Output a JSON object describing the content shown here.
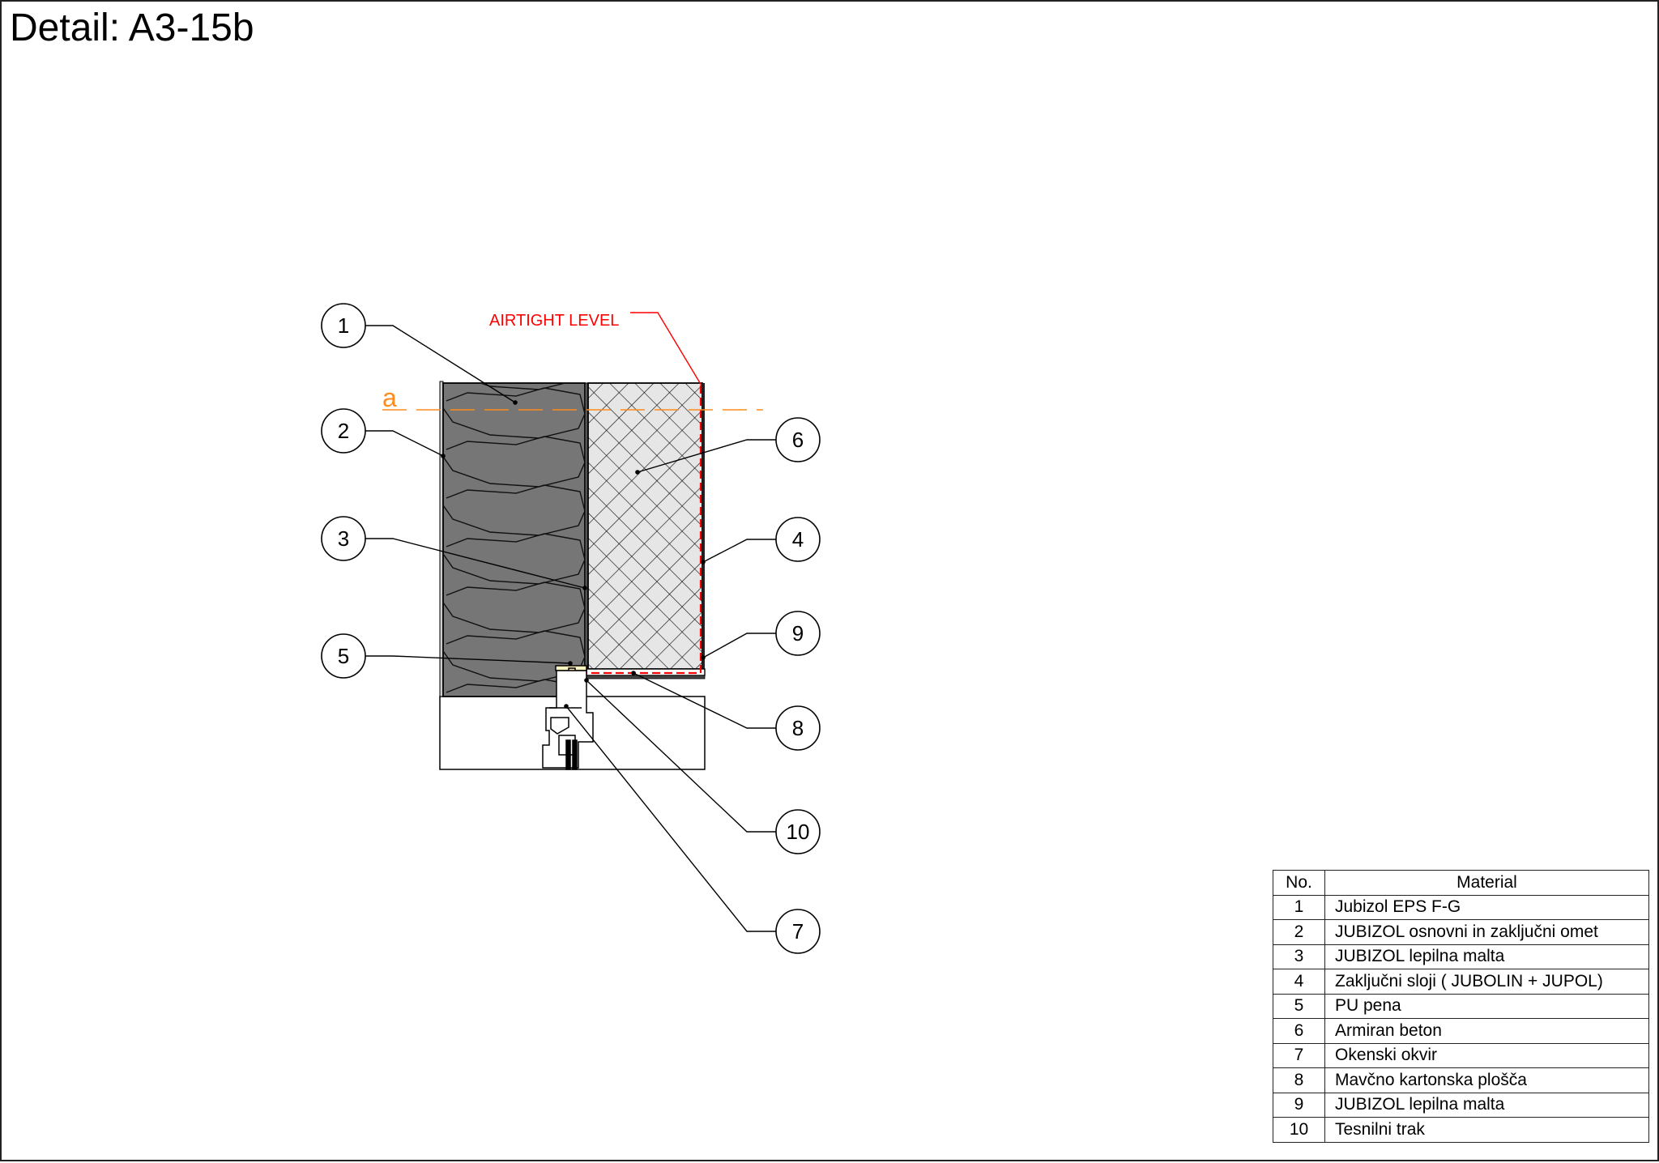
{
  "title": "Detail: A3-15b",
  "airtight_label": "AIRTIGHT LEVEL",
  "section_marker": "a",
  "colors": {
    "insulation": "#767676",
    "concrete_fill": "#e6e6e6",
    "airtight": "#ff0000",
    "section_line": "#ff8c1a",
    "line": "#000000"
  },
  "callouts": [
    {
      "id": "1",
      "label": "1"
    },
    {
      "id": "2",
      "label": "2"
    },
    {
      "id": "3",
      "label": "3"
    },
    {
      "id": "4",
      "label": "4"
    },
    {
      "id": "5",
      "label": "5"
    },
    {
      "id": "6",
      "label": "6"
    },
    {
      "id": "7",
      "label": "7"
    },
    {
      "id": "8",
      "label": "8"
    },
    {
      "id": "9",
      "label": "9"
    },
    {
      "id": "10",
      "label": "10"
    }
  ],
  "legend": {
    "header_no": "No.",
    "header_material": "Material",
    "rows": [
      {
        "no": "1",
        "material": "Jubizol EPS F-G"
      },
      {
        "no": "2",
        "material": "JUBIZOL osnovni in zaključni omet"
      },
      {
        "no": "3",
        "material": "JUBIZOL lepilna malta"
      },
      {
        "no": "4",
        "material": "Zaključni sloji   ( JUBOLIN + JUPOL)"
      },
      {
        "no": "5",
        "material": "PU pena"
      },
      {
        "no": "6",
        "material": "Armiran beton"
      },
      {
        "no": "7",
        "material": "Okenski okvir"
      },
      {
        "no": "8",
        "material": "Mavčno kartonska plošča"
      },
      {
        "no": "9",
        "material": "JUBIZOL lepilna malta"
      },
      {
        "no": "10",
        "material": "Tesnilni trak"
      }
    ]
  }
}
